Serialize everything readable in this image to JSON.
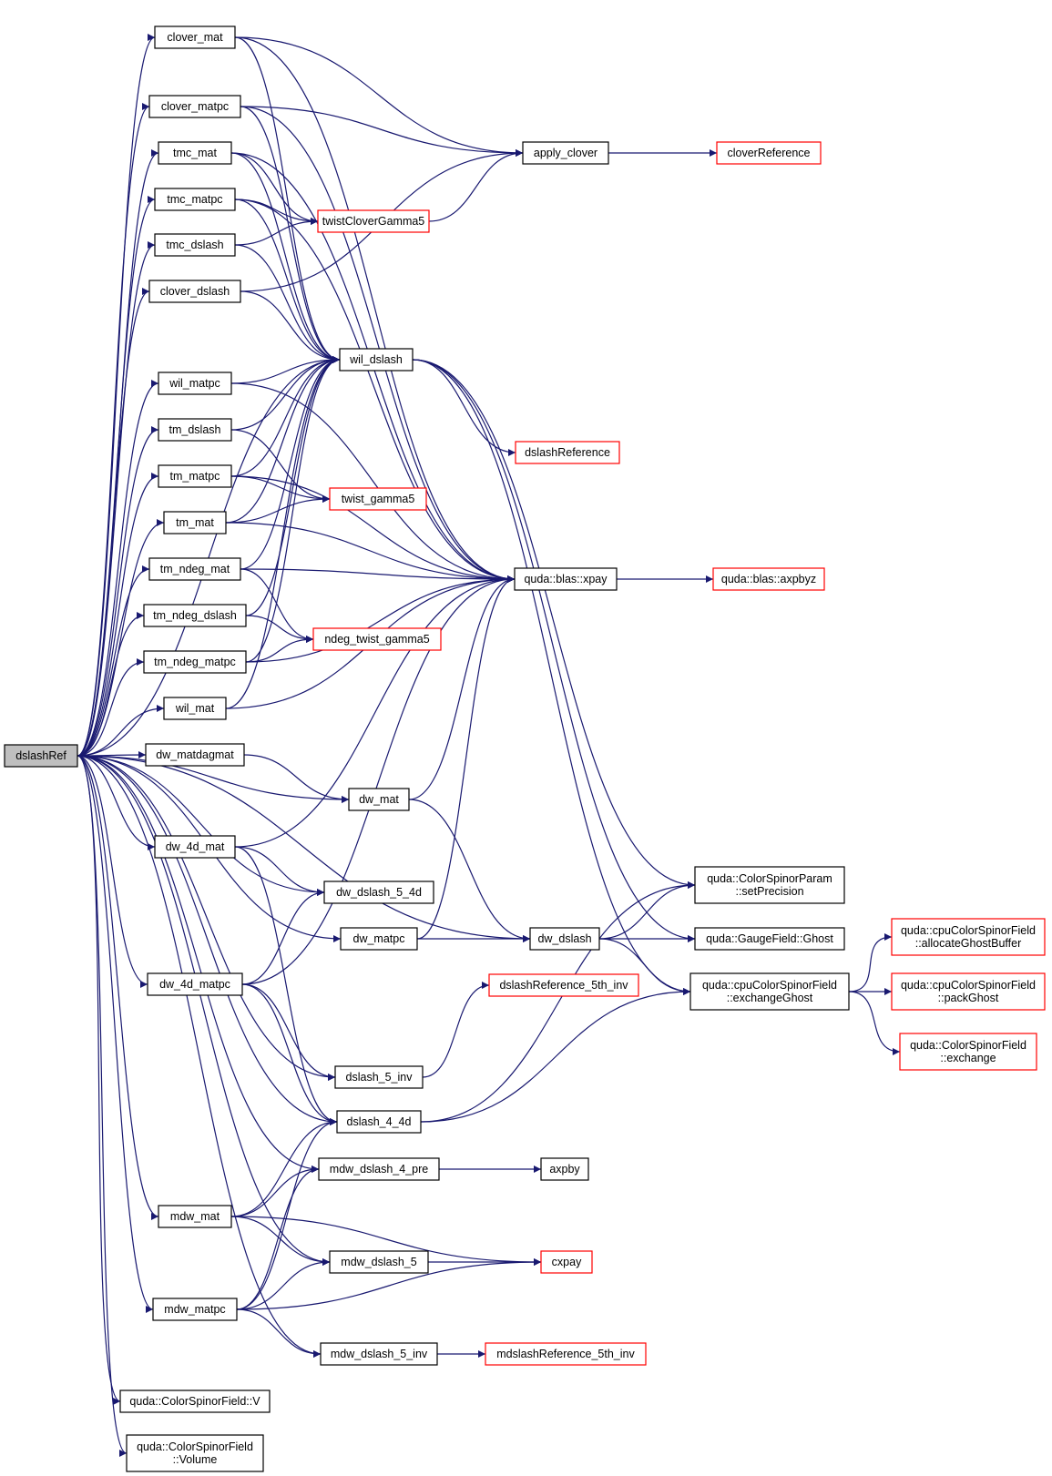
{
  "nodes": [
    {
      "id": "dslashRef",
      "lines": [
        "dslashRef"
      ],
      "style": "root"
    },
    {
      "id": "clover_mat",
      "lines": [
        "clover_mat"
      ],
      "style": "black"
    },
    {
      "id": "clover_matpc",
      "lines": [
        "clover_matpc"
      ],
      "style": "black"
    },
    {
      "id": "tmc_mat",
      "lines": [
        "tmc_mat"
      ],
      "style": "black"
    },
    {
      "id": "tmc_matpc",
      "lines": [
        "tmc_matpc"
      ],
      "style": "black"
    },
    {
      "id": "tmc_dslash",
      "lines": [
        "tmc_dslash"
      ],
      "style": "black"
    },
    {
      "id": "clover_dslash",
      "lines": [
        "clover_dslash"
      ],
      "style": "black"
    },
    {
      "id": "wil_matpc",
      "lines": [
        "wil_matpc"
      ],
      "style": "black"
    },
    {
      "id": "tm_dslash",
      "lines": [
        "tm_dslash"
      ],
      "style": "black"
    },
    {
      "id": "tm_matpc",
      "lines": [
        "tm_matpc"
      ],
      "style": "black"
    },
    {
      "id": "tm_mat",
      "lines": [
        "tm_mat"
      ],
      "style": "black"
    },
    {
      "id": "tm_ndeg_mat",
      "lines": [
        "tm_ndeg_mat"
      ],
      "style": "black"
    },
    {
      "id": "tm_ndeg_dslash",
      "lines": [
        "tm_ndeg_dslash"
      ],
      "style": "black"
    },
    {
      "id": "tm_ndeg_matpc",
      "lines": [
        "tm_ndeg_matpc"
      ],
      "style": "black"
    },
    {
      "id": "wil_mat",
      "lines": [
        "wil_mat"
      ],
      "style": "black"
    },
    {
      "id": "dw_matdagmat",
      "lines": [
        "dw_matdagmat"
      ],
      "style": "black"
    },
    {
      "id": "dw_4d_mat",
      "lines": [
        "dw_4d_mat"
      ],
      "style": "black"
    },
    {
      "id": "dw_4d_matpc",
      "lines": [
        "dw_4d_matpc"
      ],
      "style": "black"
    },
    {
      "id": "mdw_mat",
      "lines": [
        "mdw_mat"
      ],
      "style": "black"
    },
    {
      "id": "mdw_matpc",
      "lines": [
        "mdw_matpc"
      ],
      "style": "black"
    },
    {
      "id": "csf_V",
      "lines": [
        "quda::ColorSpinorField::V"
      ],
      "style": "black"
    },
    {
      "id": "csf_Volume",
      "lines": [
        "quda::ColorSpinorField",
        "::Volume"
      ],
      "style": "black"
    },
    {
      "id": "apply_clover",
      "lines": [
        "apply_clover"
      ],
      "style": "black"
    },
    {
      "id": "twistCloverGamma5",
      "lines": [
        "twistCloverGamma5"
      ],
      "style": "red"
    },
    {
      "id": "wil_dslash",
      "lines": [
        "wil_dslash"
      ],
      "style": "black"
    },
    {
      "id": "dslashReference",
      "lines": [
        "dslashReference"
      ],
      "style": "red"
    },
    {
      "id": "twist_gamma5",
      "lines": [
        "twist_gamma5"
      ],
      "style": "red"
    },
    {
      "id": "xpay",
      "lines": [
        "quda::blas::xpay"
      ],
      "style": "black"
    },
    {
      "id": "ndeg_twist_gamma5",
      "lines": [
        "ndeg_twist_gamma5"
      ],
      "style": "red"
    },
    {
      "id": "dw_mat",
      "lines": [
        "dw_mat"
      ],
      "style": "black"
    },
    {
      "id": "dw_dslash_5_4d",
      "lines": [
        "dw_dslash_5_4d"
      ],
      "style": "black"
    },
    {
      "id": "dw_matpc",
      "lines": [
        "dw_matpc"
      ],
      "style": "black"
    },
    {
      "id": "dw_dslash",
      "lines": [
        "dw_dslash"
      ],
      "style": "black"
    },
    {
      "id": "dslashReference_5th_inv",
      "lines": [
        "dslashReference_5th_inv"
      ],
      "style": "red"
    },
    {
      "id": "dslash_5_inv",
      "lines": [
        "dslash_5_inv"
      ],
      "style": "black"
    },
    {
      "id": "dslash_4_4d",
      "lines": [
        "dslash_4_4d"
      ],
      "style": "black"
    },
    {
      "id": "mdw_dslash_4_pre",
      "lines": [
        "mdw_dslash_4_pre"
      ],
      "style": "black"
    },
    {
      "id": "axpby",
      "lines": [
        "axpby"
      ],
      "style": "black"
    },
    {
      "id": "mdw_dslash_5",
      "lines": [
        "mdw_dslash_5"
      ],
      "style": "black"
    },
    {
      "id": "cxpay",
      "lines": [
        "cxpay"
      ],
      "style": "red"
    },
    {
      "id": "mdw_dslash_5_inv",
      "lines": [
        "mdw_dslash_5_inv"
      ],
      "style": "black"
    },
    {
      "id": "mdslashReference_5th_inv",
      "lines": [
        "mdslashReference_5th_inv"
      ],
      "style": "red"
    },
    {
      "id": "cloverReference",
      "lines": [
        "cloverReference"
      ],
      "style": "red"
    },
    {
      "id": "axpbyz",
      "lines": [
        "quda::blas::axpbyz"
      ],
      "style": "red"
    },
    {
      "id": "csp_setPrecision",
      "lines": [
        "quda::ColorSpinorParam",
        "::setPrecision"
      ],
      "style": "black"
    },
    {
      "id": "gf_Ghost",
      "lines": [
        "quda::GaugeField::Ghost"
      ],
      "style": "black"
    },
    {
      "id": "cpu_exchangeGhost",
      "lines": [
        "quda::cpuColorSpinorField",
        "::exchangeGhost"
      ],
      "style": "black"
    },
    {
      "id": "cpu_allocateGhostBuffer",
      "lines": [
        "quda::cpuColorSpinorField",
        "::allocateGhostBuffer"
      ],
      "style": "red"
    },
    {
      "id": "cpu_packGhost",
      "lines": [
        "quda::cpuColorSpinorField",
        "::packGhost"
      ],
      "style": "red"
    },
    {
      "id": "csf_exchange",
      "lines": [
        "quda::ColorSpinorField",
        "::exchange"
      ],
      "style": "red"
    }
  ],
  "edges": [
    [
      "dslashRef",
      "clover_mat"
    ],
    [
      "dslashRef",
      "clover_matpc"
    ],
    [
      "dslashRef",
      "tmc_mat"
    ],
    [
      "dslashRef",
      "tmc_matpc"
    ],
    [
      "dslashRef",
      "tmc_dslash"
    ],
    [
      "dslashRef",
      "clover_dslash"
    ],
    [
      "dslashRef",
      "wil_dslash"
    ],
    [
      "dslashRef",
      "wil_matpc"
    ],
    [
      "dslashRef",
      "tm_dslash"
    ],
    [
      "dslashRef",
      "tm_matpc"
    ],
    [
      "dslashRef",
      "tm_mat"
    ],
    [
      "dslashRef",
      "tm_ndeg_mat"
    ],
    [
      "dslashRef",
      "tm_ndeg_dslash"
    ],
    [
      "dslashRef",
      "tm_ndeg_matpc"
    ],
    [
      "dslashRef",
      "wil_mat"
    ],
    [
      "dslashRef",
      "dw_matdagmat"
    ],
    [
      "dslashRef",
      "dw_mat"
    ],
    [
      "dslashRef",
      "dw_4d_mat"
    ],
    [
      "dslashRef",
      "dw_dslash_5_4d"
    ],
    [
      "dslashRef",
      "dw_matpc"
    ],
    [
      "dslashRef",
      "dw_4d_matpc"
    ],
    [
      "dslashRef",
      "dw_dslash"
    ],
    [
      "dslashRef",
      "dslash_5_inv"
    ],
    [
      "dslashRef",
      "dslash_4_4d"
    ],
    [
      "dslashRef",
      "mdw_dslash_4_pre"
    ],
    [
      "dslashRef",
      "mdw_mat"
    ],
    [
      "dslashRef",
      "mdw_dslash_5"
    ],
    [
      "dslashRef",
      "mdw_matpc"
    ],
    [
      "dslashRef",
      "mdw_dslash_5_inv"
    ],
    [
      "dslashRef",
      "csf_V"
    ],
    [
      "dslashRef",
      "csf_Volume"
    ],
    [
      "clover_mat",
      "apply_clover"
    ],
    [
      "clover_mat",
      "xpay"
    ],
    [
      "clover_mat",
      "wil_dslash"
    ],
    [
      "clover_matpc",
      "apply_clover"
    ],
    [
      "clover_matpc",
      "xpay"
    ],
    [
      "clover_matpc",
      "wil_dslash"
    ],
    [
      "tmc_mat",
      "twistCloverGamma5"
    ],
    [
      "tmc_mat",
      "wil_dslash"
    ],
    [
      "tmc_mat",
      "xpay"
    ],
    [
      "tmc_matpc",
      "twistCloverGamma5"
    ],
    [
      "tmc_matpc",
      "wil_dslash"
    ],
    [
      "tmc_matpc",
      "xpay"
    ],
    [
      "tmc_dslash",
      "twistCloverGamma5"
    ],
    [
      "tmc_dslash",
      "wil_dslash"
    ],
    [
      "clover_dslash",
      "apply_clover"
    ],
    [
      "clover_dslash",
      "wil_dslash"
    ],
    [
      "twistCloverGamma5",
      "apply_clover"
    ],
    [
      "apply_clover",
      "cloverReference"
    ],
    [
      "wil_matpc",
      "wil_dslash"
    ],
    [
      "wil_matpc",
      "xpay"
    ],
    [
      "tm_dslash",
      "wil_dslash"
    ],
    [
      "tm_dslash",
      "twist_gamma5"
    ],
    [
      "tm_matpc",
      "wil_dslash"
    ],
    [
      "tm_matpc",
      "twist_gamma5"
    ],
    [
      "tm_matpc",
      "xpay"
    ],
    [
      "tm_mat",
      "wil_dslash"
    ],
    [
      "tm_mat",
      "twist_gamma5"
    ],
    [
      "tm_mat",
      "xpay"
    ],
    [
      "tm_ndeg_mat",
      "wil_dslash"
    ],
    [
      "tm_ndeg_mat",
      "xpay"
    ],
    [
      "tm_ndeg_mat",
      "ndeg_twist_gamma5"
    ],
    [
      "tm_ndeg_dslash",
      "wil_dslash"
    ],
    [
      "tm_ndeg_dslash",
      "ndeg_twist_gamma5"
    ],
    [
      "tm_ndeg_matpc",
      "wil_dslash"
    ],
    [
      "tm_ndeg_matpc",
      "ndeg_twist_gamma5"
    ],
    [
      "tm_ndeg_matpc",
      "xpay"
    ],
    [
      "wil_mat",
      "wil_dslash"
    ],
    [
      "wil_mat",
      "xpay"
    ],
    [
      "wil_dslash",
      "dslashReference"
    ],
    [
      "wil_dslash",
      "csp_setPrecision"
    ],
    [
      "wil_dslash",
      "gf_Ghost"
    ],
    [
      "wil_dslash",
      "cpu_exchangeGhost"
    ],
    [
      "xpay",
      "axpbyz"
    ],
    [
      "dw_matdagmat",
      "dw_mat"
    ],
    [
      "dw_mat",
      "xpay"
    ],
    [
      "dw_mat",
      "dw_dslash"
    ],
    [
      "dw_4d_mat",
      "dw_dslash_5_4d"
    ],
    [
      "dw_4d_mat",
      "xpay"
    ],
    [
      "dw_4d_mat",
      "dslash_4_4d"
    ],
    [
      "dw_4d_matpc",
      "dw_dslash_5_4d"
    ],
    [
      "dw_4d_matpc",
      "xpay"
    ],
    [
      "dw_4d_matpc",
      "dslash_5_inv"
    ],
    [
      "dw_4d_matpc",
      "dslash_4_4d"
    ],
    [
      "dw_matpc",
      "dw_dslash"
    ],
    [
      "dw_matpc",
      "xpay"
    ],
    [
      "dw_dslash",
      "csp_setPrecision"
    ],
    [
      "dw_dslash",
      "gf_Ghost"
    ],
    [
      "dw_dslash",
      "cpu_exchangeGhost"
    ],
    [
      "dslash_5_inv",
      "dslashReference_5th_inv"
    ],
    [
      "dslash_4_4d",
      "csp_setPrecision"
    ],
    [
      "dslash_4_4d",
      "cpu_exchangeGhost"
    ],
    [
      "mdw_dslash_4_pre",
      "axpby"
    ],
    [
      "mdw_mat",
      "mdw_dslash_4_pre"
    ],
    [
      "mdw_mat",
      "dslash_4_4d"
    ],
    [
      "mdw_mat",
      "mdw_dslash_5"
    ],
    [
      "mdw_mat",
      "cxpay"
    ],
    [
      "mdw_dslash_5",
      "cxpay"
    ],
    [
      "mdw_matpc",
      "dslash_4_4d"
    ],
    [
      "mdw_matpc",
      "mdw_dslash_4_pre"
    ],
    [
      "mdw_matpc",
      "mdw_dslash_5"
    ],
    [
      "mdw_matpc",
      "cxpay"
    ],
    [
      "mdw_matpc",
      "mdw_dslash_5_inv"
    ],
    [
      "mdw_dslash_5_inv",
      "mdslashReference_5th_inv"
    ],
    [
      "cpu_exchangeGhost",
      "cpu_allocateGhostBuffer"
    ],
    [
      "cpu_exchangeGhost",
      "cpu_packGhost"
    ],
    [
      "cpu_exchangeGhost",
      "csf_exchange"
    ]
  ]
}
